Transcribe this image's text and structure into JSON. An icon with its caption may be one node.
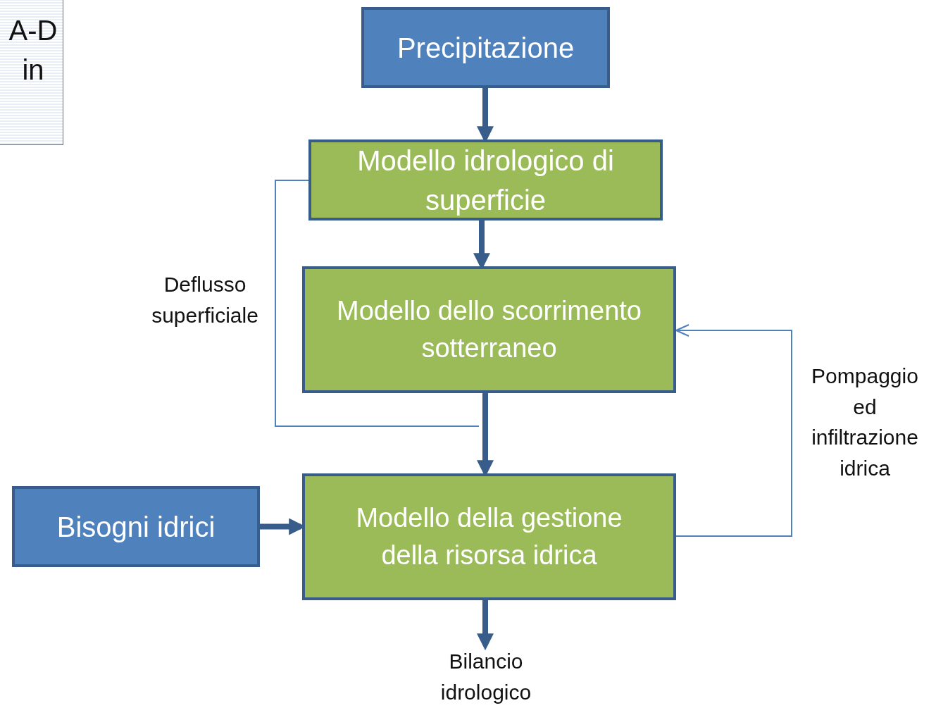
{
  "diagram": {
    "nodes": [
      {
        "text": [
          "A-D in"
        ]
      },
      {
        "text": [
          "Precipitazione"
        ]
      },
      {
        "text": [
          "Modello idrologico di superficie"
        ]
      },
      {
        "text": [
          "Modello dello scorrimento sotterraneo"
        ]
      },
      {
        "text": [
          "Bisogni idrici"
        ]
      },
      {
        "text": [
          "Modello della gestione della risorsa idrica"
        ]
      },
      {
        "text": [
          "Bilancio idrologico"
        ]
      }
    ],
    "edges": [
      {
        "from": 1,
        "to": 2,
        "arrow": "to"
      },
      {
        "from": 2,
        "to": 3,
        "arrow": "to"
      },
      {
        "from": 3,
        "to": 5,
        "arrow": "to"
      },
      {
        "from": 2,
        "to": null,
        "arrow": "none",
        "label": "Deflusso superficiale",
        "color": "#4f81bd"
      },
      {
        "from": 4,
        "to": 5,
        "arrow": "to"
      },
      {
        "from": 5,
        "to": 3,
        "arrow": "to",
        "label": "Pompaggio ed infiltrazione idrica",
        "color": "#4f81bd"
      },
      {
        "from": 5,
        "to": 6,
        "arrow": "to"
      }
    ]
  }
}
